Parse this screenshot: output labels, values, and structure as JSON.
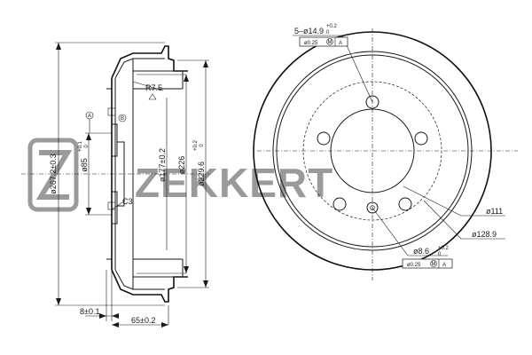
{
  "brand": {
    "name": "ZEKKERT"
  },
  "side_view": {
    "dim_outer": "ø267.2±0.3",
    "dim_bore": "ø85",
    "dim_bore_tol": "+0.1",
    "dim_bore_tol2": "0",
    "dim_177": "ø177±0.2",
    "dim_226": "ø226",
    "dim_inner": "ø229.6",
    "dim_inner_tol": "+0.2",
    "dim_inner_tol2": "0",
    "radius": "R7.5",
    "chamfer": "C3",
    "thickness": "8±0.1",
    "depth": "65±0.2",
    "datum_a": "A",
    "datum_b": "B"
  },
  "front_view": {
    "holes_callout": "5–ø14.9",
    "holes_tol": "+0.2",
    "holes_tol2": "0",
    "position_tol": "ø0.25",
    "mod_m": "M",
    "datum_a": "A",
    "pcd_111": "ø111",
    "dia_128": "ø128.9",
    "pin_hole": "ø8.6",
    "pin_tol": "+0.2",
    "pin_tol2": "0",
    "position_tol_2": "ø0.25",
    "mod_m_2": "M",
    "datum_a_2": "A"
  }
}
